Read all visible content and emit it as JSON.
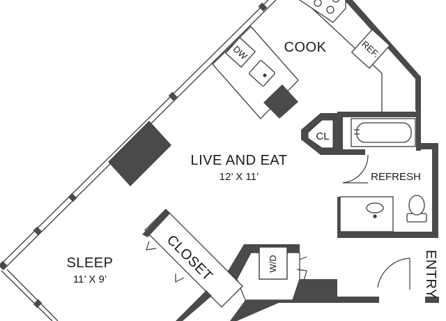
{
  "plan": {
    "rooms": {
      "cook": {
        "name": "COOK"
      },
      "live": {
        "name": "LIVE AND EAT",
        "size": "12’ X 11’"
      },
      "sleep": {
        "name": "SLEEP",
        "size": "11’ X 9’"
      },
      "refresh": {
        "name": "REFRESH"
      },
      "closet": {
        "name": "CLOSET"
      },
      "entry": {
        "name": "ENTRY"
      }
    },
    "fixtures": {
      "dishwasher": "DW",
      "refrigerator": "REF.",
      "coat_closet": "CL",
      "washer_dryer": "W/D"
    },
    "colors": {
      "wall": "#4a4a4a",
      "line": "#3a3a3a",
      "floor": "#ffffff"
    }
  }
}
